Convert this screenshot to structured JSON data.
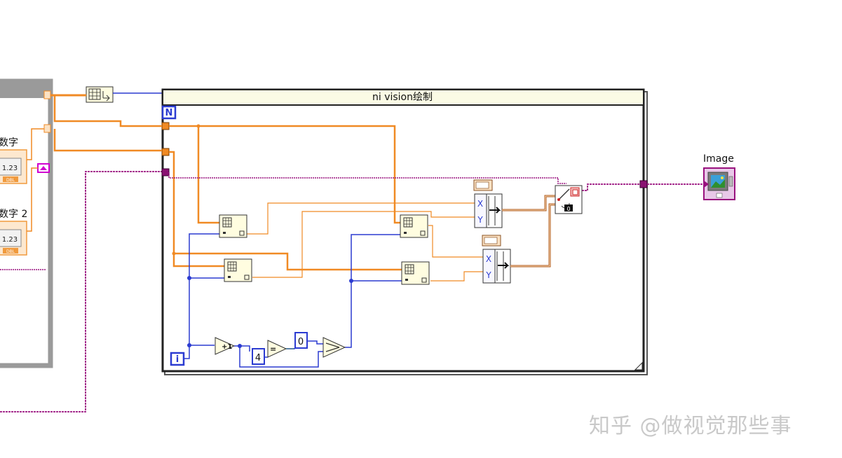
{
  "diagram": {
    "for_loop": {
      "title": "ni vision绘制",
      "count_terminal": "N",
      "iteration_terminal": "i"
    },
    "front_controls": [
      {
        "label": "数字",
        "display": "1.23",
        "type": "DBL"
      },
      {
        "label": "数字 2",
        "display": "1.23",
        "type": "DBL"
      }
    ],
    "constants": {
      "divisor": "4",
      "zero": "0"
    },
    "nodes": {
      "increment": "+1",
      "equal": "=",
      "select": "select",
      "point_x": "X",
      "point_y": "Y",
      "draw_result": "0"
    },
    "indicator": {
      "label": "Image"
    },
    "colors": {
      "numeric_wire": "#f08a24",
      "image_wire": "#99117e",
      "int_wire": "#2b3bd1",
      "struct_frame": "#222222"
    }
  },
  "watermark": "知乎 @做视觉那些事"
}
